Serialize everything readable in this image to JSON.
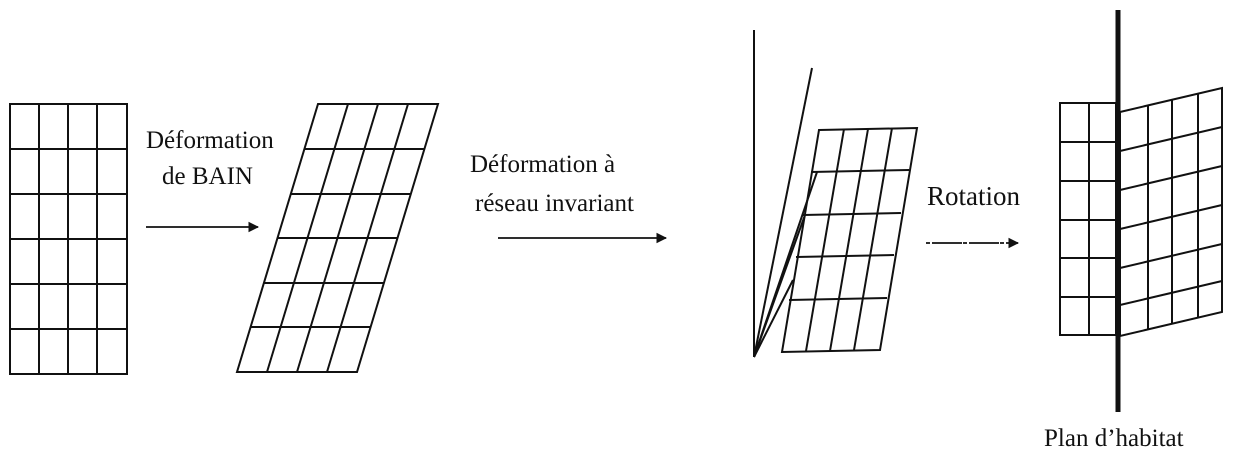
{
  "diagram": {
    "labels": {
      "bain_line1": "Déformation",
      "bain_line2": "de BAIN",
      "invariant_line1": "Déformation à",
      "invariant_line2": "réseau invariant",
      "rotation": "Rotation",
      "habit_plane": "Plan d’habitat"
    },
    "stroke_color": "#111111",
    "background": "#ffffff"
  }
}
